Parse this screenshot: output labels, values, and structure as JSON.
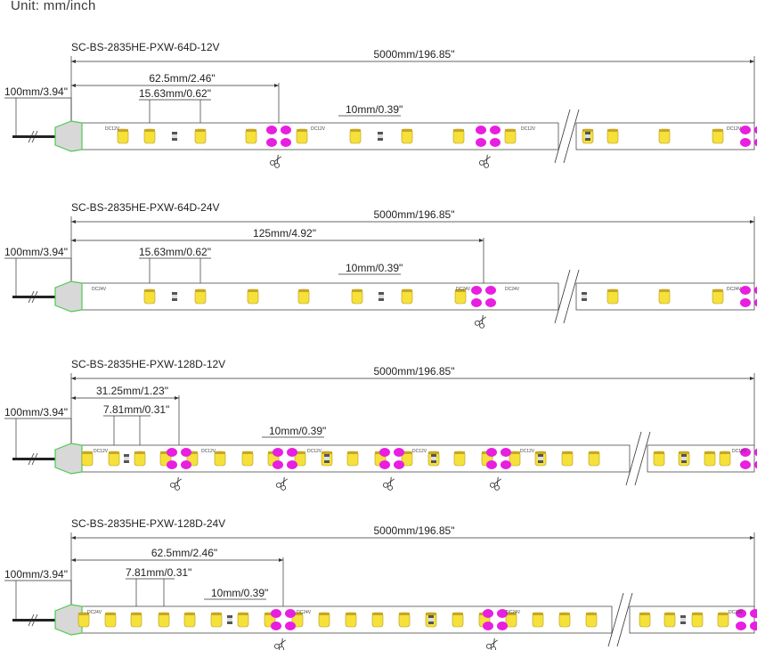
{
  "unit_label": "Unit: mm/inch",
  "sections": [
    {
      "model": "SC-BS-2835HE-PXW-64D-12V",
      "total": "5000mm/196.85\"",
      "lead": "100mm/3.94\"",
      "cut": "62.5mm/2.46\"",
      "pitch": "15.63mm/0.62\"",
      "width": "10mm/0.39\"",
      "dc": "DC12V"
    },
    {
      "model": "SC-BS-2835HE-PXW-64D-24V",
      "total": "5000mm/196.85\"",
      "lead": "100mm/3.94\"",
      "cut": "125mm/4.92\"",
      "pitch": "15.63mm/0.62\"",
      "width": "10mm/0.39\"",
      "dc": "DC24V"
    },
    {
      "model": "SC-BS-2835HE-PXW-128D-12V",
      "total": "5000mm/196.85\"",
      "lead": "100mm/3.94\"",
      "cut": "31.25mm/1.23\"",
      "pitch": "7.81mm/0.31\"",
      "width": "10mm/0.39\"",
      "dc": "DC12V"
    },
    {
      "model": "SC-BS-2835HE-PXW-128D-24V",
      "total": "5000mm/196.85\"",
      "lead": "100mm/3.94\"",
      "cut": "62.5mm/2.46\"",
      "pitch": "7.81mm/0.31\"",
      "width": "10mm/0.39\"",
      "dc": "DC24V"
    }
  ],
  "colors": {
    "led": "#f5e13a",
    "pad": "#e81ee0",
    "connector": "#4ec94e",
    "line": "#333333"
  }
}
